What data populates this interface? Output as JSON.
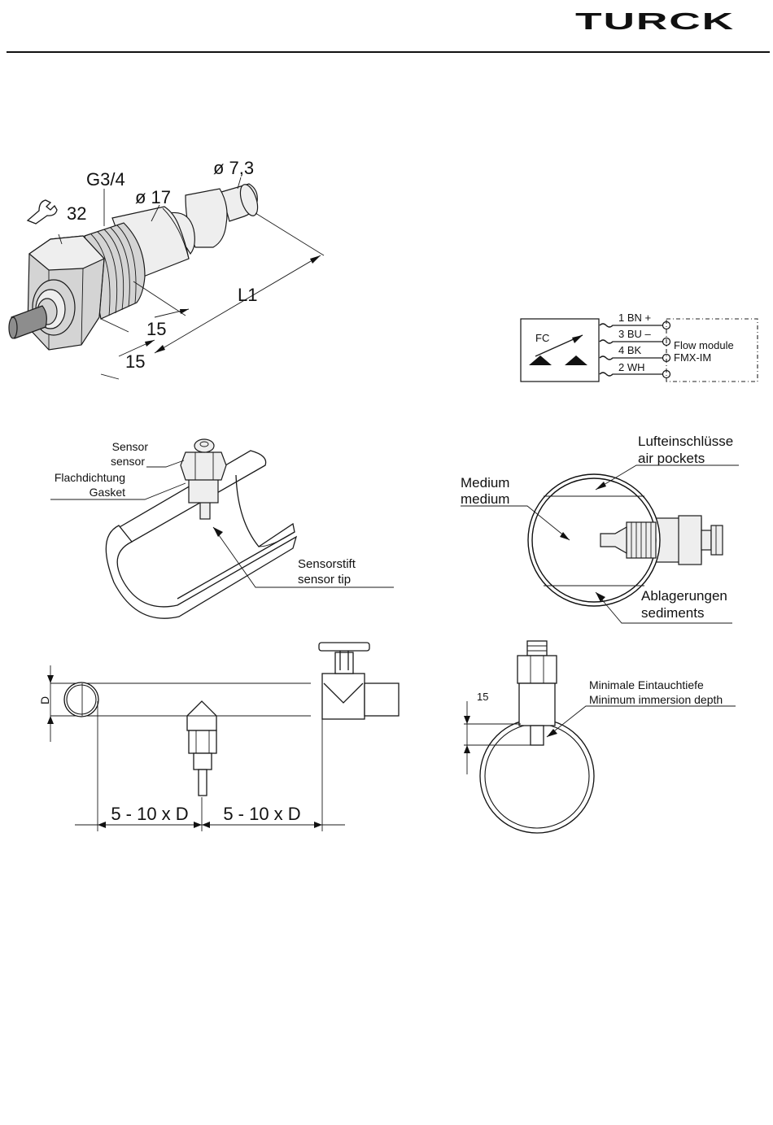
{
  "brand": {
    "logo_text": "TURCK"
  },
  "dimension_drawing": {
    "wrench_size": "32",
    "thread": "G3/4",
    "diameter_body": "ø 17",
    "diameter_tip": "ø 7,3",
    "length": "L1",
    "dim_15_a": "15",
    "dim_15_b": "15"
  },
  "wiring_diagram": {
    "function_label": "FC",
    "wires": [
      "1 BN +",
      "3 BU –",
      "4 BK",
      "2 WH"
    ],
    "module_line1": "Flow module",
    "module_line2": "FMX-IM"
  },
  "installation_pipe": {
    "sensor_de": "Sensor",
    "sensor_en": "sensor",
    "gasket_de": "Flachdichtung",
    "gasket_en": "Gasket",
    "tip_de": "Sensorstift",
    "tip_en": "sensor tip"
  },
  "cross_section": {
    "air_de": "Lufteinschlüsse",
    "air_en": "air pockets",
    "medium_de": "Medium",
    "medium_en": "medium",
    "sediment_de": "Ablagerungen",
    "sediment_en": "sediments"
  },
  "pipe_distance": {
    "diameter_label": "D",
    "upstream": "5 - 10 x D",
    "downstream": "5 - 10 x D"
  },
  "immersion": {
    "depth_value": "15",
    "line1": "Minimale Eintauchtiefe",
    "line2": "Minimum immersion depth"
  }
}
